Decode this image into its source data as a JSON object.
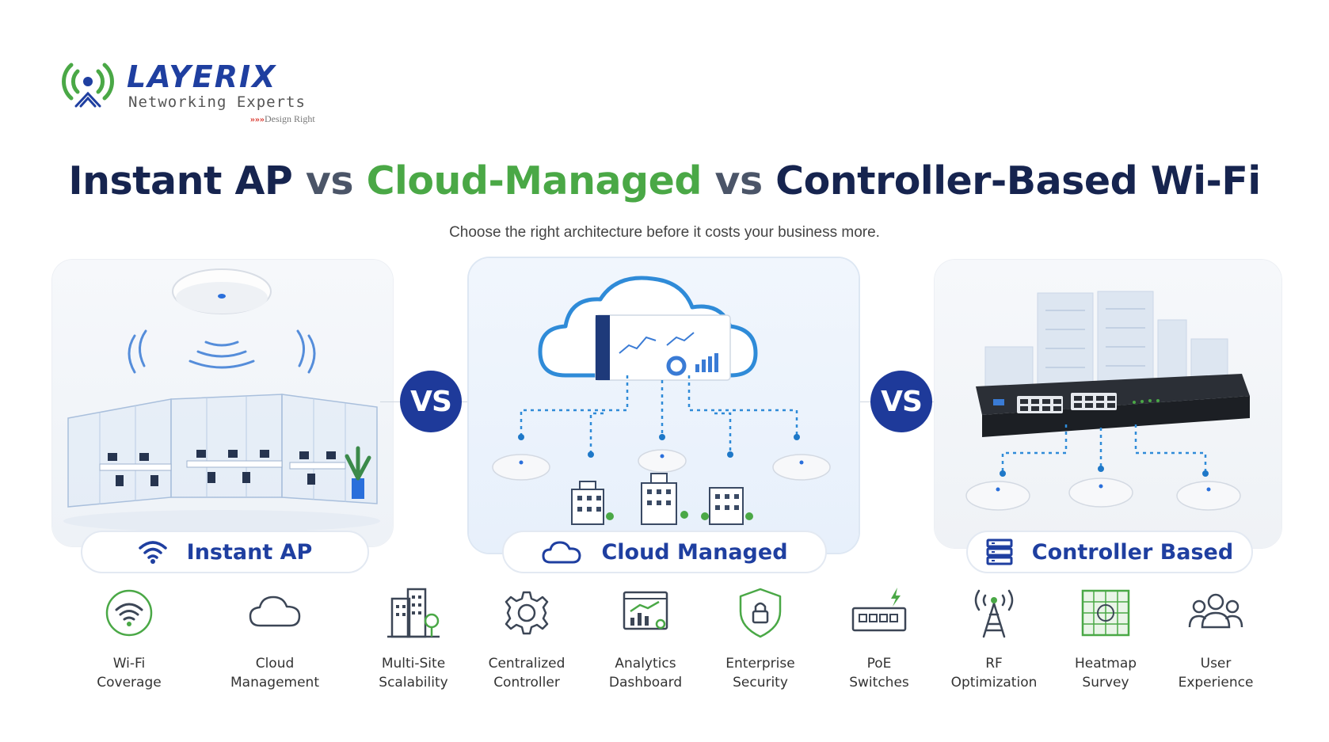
{
  "brand": {
    "name": "LAYERIX",
    "subtitle": "Networking Experts",
    "tagline_arrows": "»»»",
    "tagline": "Design Right",
    "colors": {
      "blue": "#1f3fa0",
      "green": "#4aa846",
      "navy": "#16244f"
    }
  },
  "headline": {
    "part1": "Instant AP",
    "vs1": "vs",
    "part2": "Cloud-Managed",
    "vs2": "vs",
    "part3": "Controller-Based Wi-Fi"
  },
  "subtitle": "Choose the right architecture before it costs your business more.",
  "panels": [
    {
      "label": "Instant AP",
      "icon": "wifi-icon"
    },
    {
      "label": "Cloud Managed",
      "icon": "cloud-icon"
    },
    {
      "label": "Controller Based",
      "icon": "server-icon"
    }
  ],
  "vs_badges": [
    "VS",
    "VS"
  ],
  "features": [
    {
      "line1": "Wi-Fi",
      "line2": "Coverage",
      "icon": "wifi-coverage-icon"
    },
    {
      "line1": "Cloud",
      "line2": "Management",
      "icon": "cloud-management-icon"
    },
    {
      "line1": "Multi-Site",
      "line2": "Scalability",
      "icon": "multi-site-icon"
    },
    {
      "line1": "Centralized",
      "line2": "Controller",
      "icon": "gear-icon"
    },
    {
      "line1": "Analytics",
      "line2": "Dashboard",
      "icon": "analytics-icon"
    },
    {
      "line1": "Enterprise",
      "line2": "Security",
      "icon": "shield-lock-icon"
    },
    {
      "line1": "PoE",
      "line2": "Switches",
      "icon": "poe-switch-icon"
    },
    {
      "line1": "RF",
      "line2": "Optimization",
      "icon": "rf-tower-icon"
    },
    {
      "line1": "Heatmap",
      "line2": "Survey",
      "icon": "heatmap-icon"
    },
    {
      "line1": "User",
      "line2": "Experience",
      "icon": "users-icon"
    }
  ]
}
